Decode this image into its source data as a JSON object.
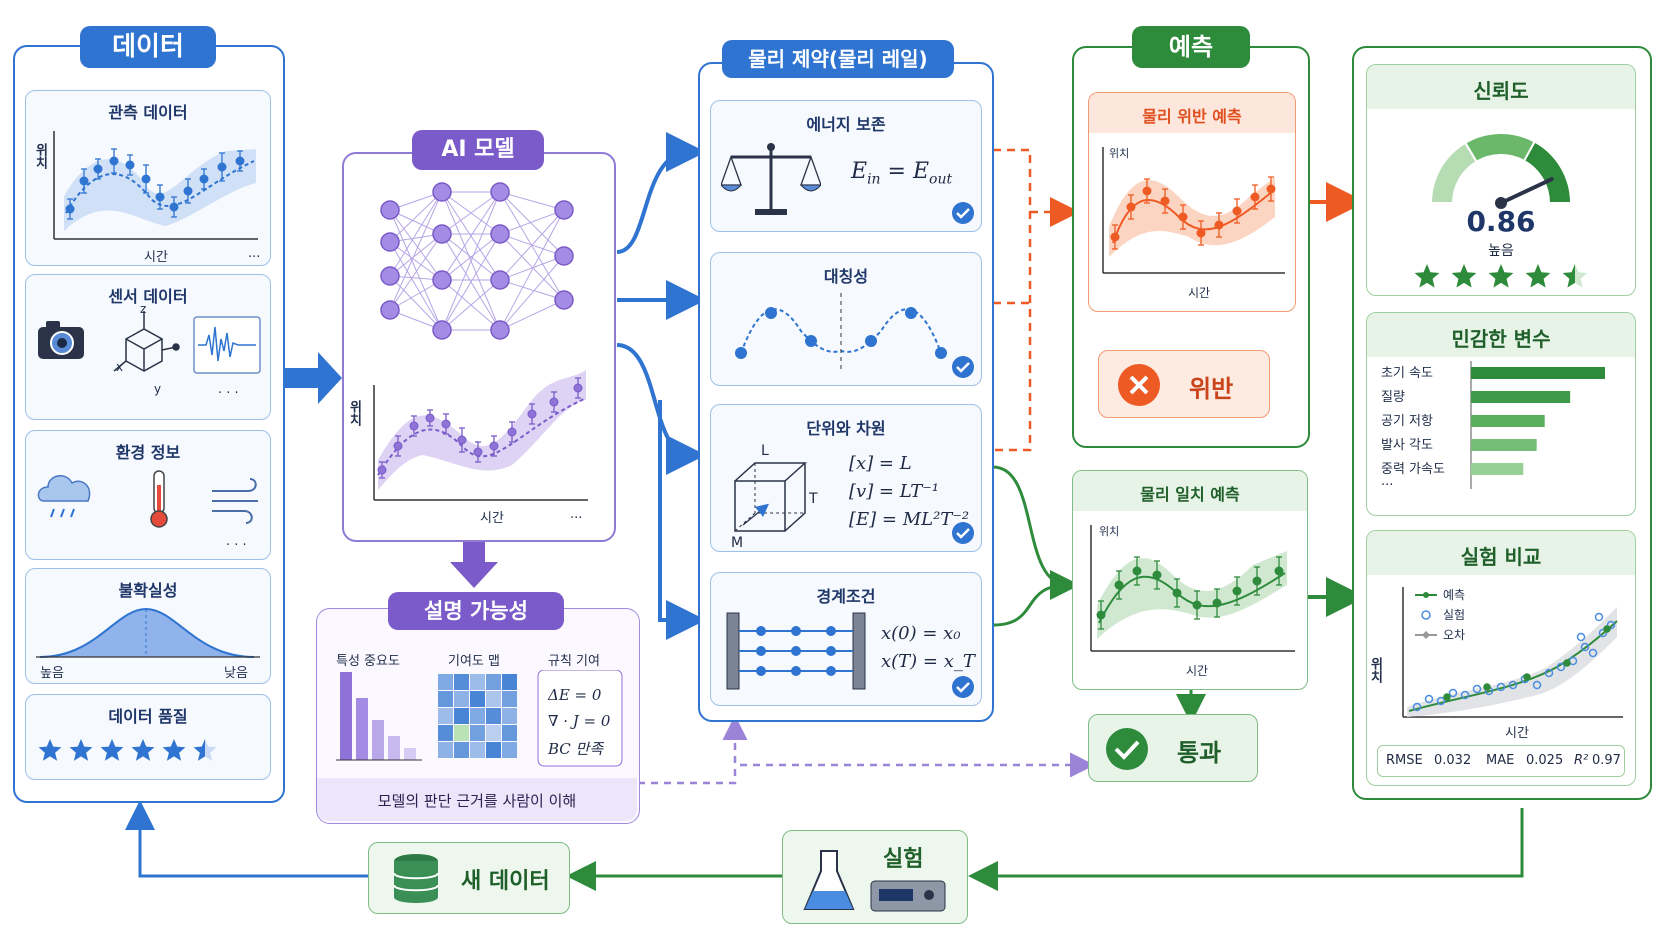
{
  "data_panel": {
    "title": "데이터",
    "observed": {
      "title": "관측 데이터",
      "ylabel": "위치",
      "xlabel": "시간",
      "more": "···"
    },
    "sensor": {
      "title": "센서 데이터",
      "x": "x",
      "y": "y",
      "z": "z",
      "more": "· · ·"
    },
    "environment": {
      "title": "환경 정보",
      "more": "· · ·"
    },
    "uncertainty": {
      "title": "불확실성",
      "low": "높음",
      "high": "낮음"
    },
    "quality": {
      "title": "데이터 품질",
      "rating": 5.5,
      "max": 6
    }
  },
  "ai_model": {
    "title": "AI 모델",
    "ylabel": "위치",
    "xlabel": "시간",
    "more": "···"
  },
  "explain": {
    "title": "설명 가능성",
    "feature_importance": "특성 중요도",
    "attribution_map": "기여도 맵",
    "rule_contrib": "규칙 기여",
    "rules": [
      "ΔE = 0",
      "∇ · J = 0",
      "BC 만족"
    ],
    "caption": "모델의 판단 근거를 사람이 이해"
  },
  "physics": {
    "title": "물리 제약(물리 레일)",
    "energy": {
      "title": "에너지 보존",
      "equation": "E_in = E_out"
    },
    "symmetry": {
      "title": "대칭성"
    },
    "units": {
      "title": "단위와 차원",
      "eq1": "[x] = L",
      "eq2": "[v] = LT⁻¹",
      "eq3": "[E] = ML²T⁻²",
      "L": "L",
      "T": "T",
      "M": "M"
    },
    "boundary": {
      "title": "경계조건",
      "eq1": "x(0) = x₀",
      "eq2": "x(T) = x_T"
    }
  },
  "prediction": {
    "title": "예측",
    "violation": {
      "title": "물리 위반 예측",
      "ylabel": "위치",
      "xlabel": "시간",
      "badge": "위반"
    },
    "consistent": {
      "title": "물리 일치 예측",
      "ylabel": "위치",
      "xlabel": "시간",
      "badge": "통과"
    }
  },
  "trust": {
    "title": "신뢰도",
    "value": "0.86",
    "level": "높음",
    "stars": 4.5,
    "gauge_fraction": 0.86
  },
  "sensitivity": {
    "title": "민감한 변수",
    "items": [
      {
        "label": "초기 속도",
        "value": 1.0
      },
      {
        "label": "질량",
        "value": 0.74
      },
      {
        "label": "공기 저항",
        "value": 0.55
      },
      {
        "label": "발사 각도",
        "value": 0.49
      },
      {
        "label": "중력 가속도",
        "value": 0.39
      }
    ],
    "more": "···"
  },
  "experiment_compare": {
    "title": "실험 비교",
    "ylabel": "위치",
    "xlabel": "시간",
    "legend": [
      "예측",
      "실험",
      "오차"
    ],
    "metrics": {
      "rmse_label": "RMSE",
      "rmse": "0.032",
      "mae_label": "MAE",
      "mae": "0.025",
      "r2_label": "R²",
      "r2": "0.97"
    }
  },
  "loop": {
    "experiment": "실험",
    "new_data": "새 데이터"
  },
  "colors": {
    "blue": "#2f74d0",
    "purple": "#7a5bc9",
    "green": "#2e8b3c",
    "orange": "#ee5a24"
  }
}
